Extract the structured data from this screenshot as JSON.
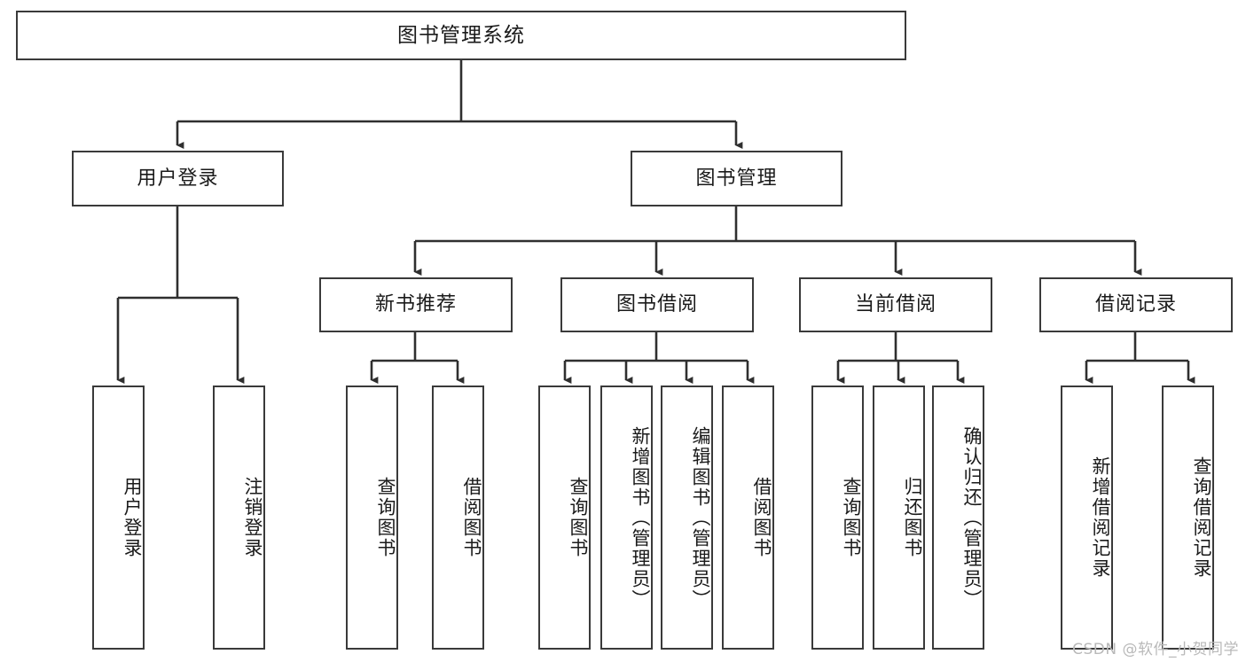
{
  "diagram": {
    "title": "图书管理系统",
    "type": "tree",
    "watermark": "CSDN @软件_小贺同学",
    "line_color": "#3a3a3a",
    "box_fill": "#ffffff",
    "text_color": "#1a1a1a"
  },
  "nodes": {
    "root": {
      "label": "图书管理系统",
      "level": 1
    },
    "l2": [
      {
        "id": "user-login",
        "label": "用户登录",
        "level": 2
      },
      {
        "id": "book-manage",
        "label": "图书管理",
        "level": 2
      }
    ],
    "l3": [
      {
        "id": "new-book-rec",
        "label": "新书推荐",
        "level": 3
      },
      {
        "id": "book-borrow",
        "label": "图书借阅",
        "level": 3
      },
      {
        "id": "current-borrow",
        "label": "当前借阅",
        "level": 3
      },
      {
        "id": "borrow-record",
        "label": "借阅记录",
        "level": 3
      }
    ],
    "leaves": [
      {
        "id": "leaf-user-login",
        "label": "用户登录",
        "parent": "user-login"
      },
      {
        "id": "leaf-logout",
        "label": "注销登录",
        "parent": "user-login"
      },
      {
        "id": "leaf-query-book-1",
        "label": "查询图书",
        "parent": "new-book-rec"
      },
      {
        "id": "leaf-borrow-book-1",
        "label": "借阅图书",
        "parent": "new-book-rec"
      },
      {
        "id": "leaf-query-book-2",
        "label": "查询图书",
        "parent": "book-borrow"
      },
      {
        "id": "leaf-add-book",
        "label": "新增图书（管理员）",
        "parent": "book-borrow"
      },
      {
        "id": "leaf-edit-book",
        "label": "编辑图书（管理员）",
        "parent": "book-borrow"
      },
      {
        "id": "leaf-borrow-book-2",
        "label": "借阅图书",
        "parent": "book-borrow"
      },
      {
        "id": "leaf-query-book-3",
        "label": "查询图书",
        "parent": "current-borrow"
      },
      {
        "id": "leaf-return-book",
        "label": "归还图书",
        "parent": "current-borrow"
      },
      {
        "id": "leaf-confirm-return",
        "label": "确认归还（管理员）",
        "parent": "current-borrow"
      },
      {
        "id": "leaf-add-record",
        "label": "新增借阅记录",
        "parent": "borrow-record"
      },
      {
        "id": "leaf-query-record",
        "label": "查询借阅记录",
        "parent": "borrow-record"
      }
    ]
  }
}
